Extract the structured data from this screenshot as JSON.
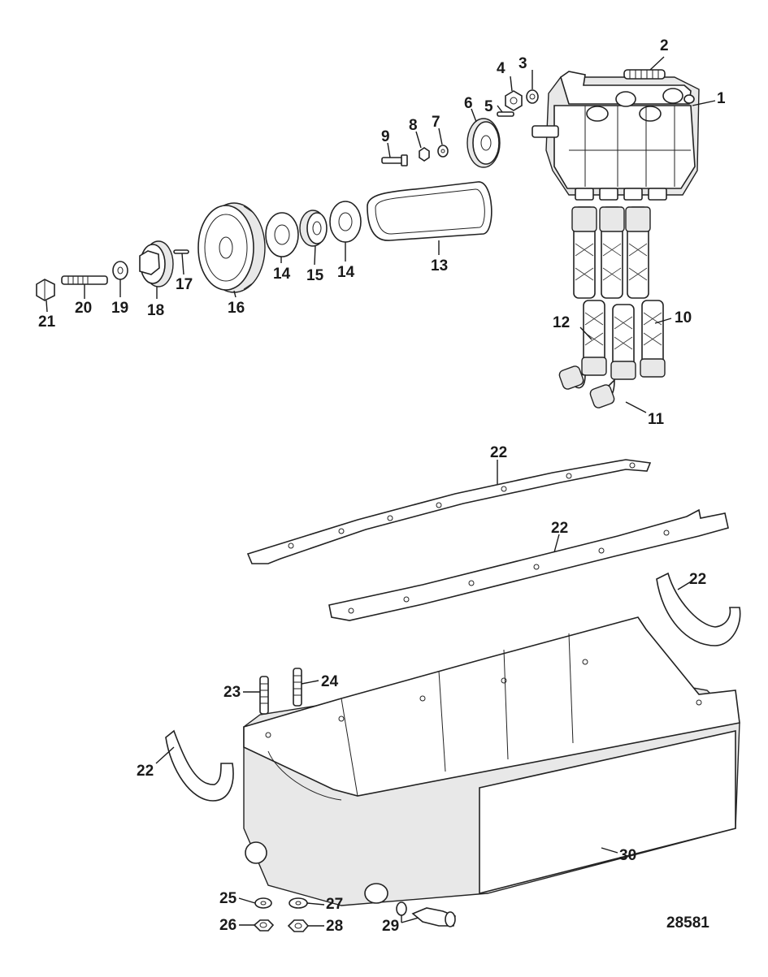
{
  "figure_id": "28581",
  "callouts": [
    {
      "id": "c1",
      "label": "1"
    },
    {
      "id": "c2",
      "label": "2"
    },
    {
      "id": "c3",
      "label": "3"
    },
    {
      "id": "c4",
      "label": "4"
    },
    {
      "id": "c5",
      "label": "5"
    },
    {
      "id": "c6",
      "label": "6"
    },
    {
      "id": "c7",
      "label": "7"
    },
    {
      "id": "c8",
      "label": "8"
    },
    {
      "id": "c9",
      "label": "9"
    },
    {
      "id": "c10",
      "label": "10"
    },
    {
      "id": "c11",
      "label": "11"
    },
    {
      "id": "c12",
      "label": "12"
    },
    {
      "id": "c13",
      "label": "13"
    },
    {
      "id": "c14a",
      "label": "14"
    },
    {
      "id": "c14b",
      "label": "14"
    },
    {
      "id": "c15",
      "label": "15"
    },
    {
      "id": "c16",
      "label": "16"
    },
    {
      "id": "c17",
      "label": "17"
    },
    {
      "id": "c18",
      "label": "18"
    },
    {
      "id": "c19",
      "label": "19"
    },
    {
      "id": "c20",
      "label": "20"
    },
    {
      "id": "c21",
      "label": "21"
    },
    {
      "id": "c22a",
      "label": "22"
    },
    {
      "id": "c22b",
      "label": "22"
    },
    {
      "id": "c22c",
      "label": "22"
    },
    {
      "id": "c22d",
      "label": "22"
    },
    {
      "id": "c23",
      "label": "23"
    },
    {
      "id": "c24",
      "label": "24"
    },
    {
      "id": "c25",
      "label": "25"
    },
    {
      "id": "c26",
      "label": "26"
    },
    {
      "id": "c27",
      "label": "27"
    },
    {
      "id": "c28",
      "label": "28"
    },
    {
      "id": "c29",
      "label": "29"
    },
    {
      "id": "c30",
      "label": "30"
    }
  ]
}
